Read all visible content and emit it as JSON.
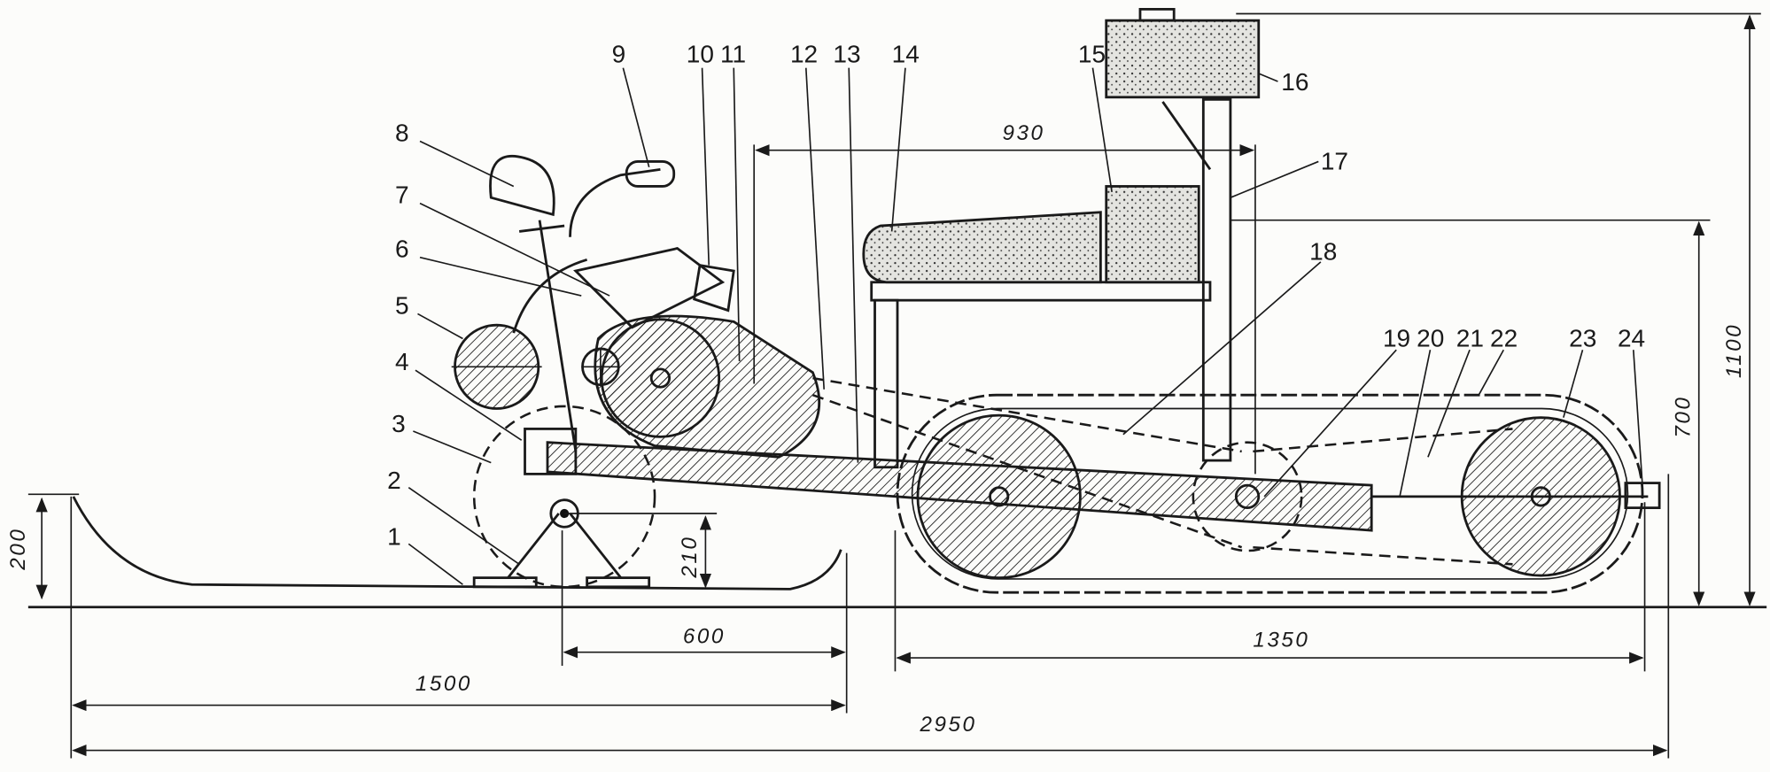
{
  "drawing": {
    "part_numbers": [
      "1",
      "2",
      "3",
      "4",
      "5",
      "6",
      "7",
      "8",
      "9",
      "10",
      "11",
      "12",
      "13",
      "14",
      "15",
      "16",
      "17",
      "18",
      "19",
      "20",
      "21",
      "22",
      "23",
      "24"
    ],
    "dimensions": {
      "ski_tip_height": "200",
      "ski_axle_height": "210",
      "ski_base": "600",
      "ski_length": "1500",
      "overall_length": "2950",
      "track_length": "1350",
      "seat_to_post": "930",
      "seat_height": "700",
      "overall_height": "1100"
    }
  }
}
